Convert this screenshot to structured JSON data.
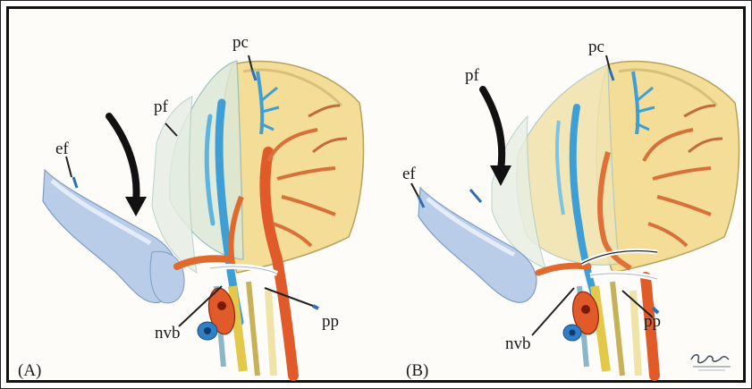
{
  "figure": {
    "panels": [
      {
        "id": "A",
        "letter": "(A)",
        "labels": {
          "ef": "ef",
          "pf": "pf",
          "pc": "pc",
          "nvb": "nvb",
          "pp": "pp"
        }
      },
      {
        "id": "B",
        "letter": "(B)",
        "labels": {
          "ef": "ef",
          "pf": "pf",
          "pc": "pc",
          "nvb": "nvb",
          "pp": "pp"
        }
      }
    ],
    "colors": {
      "prostate_capsule": "#f2dc94",
      "fascia": "#c9e3e6",
      "vein": "#3d9fd6",
      "artery": "#e05a2a",
      "arrow": "#111111",
      "endopelvic_fascia": "#a9c3e0"
    }
  }
}
